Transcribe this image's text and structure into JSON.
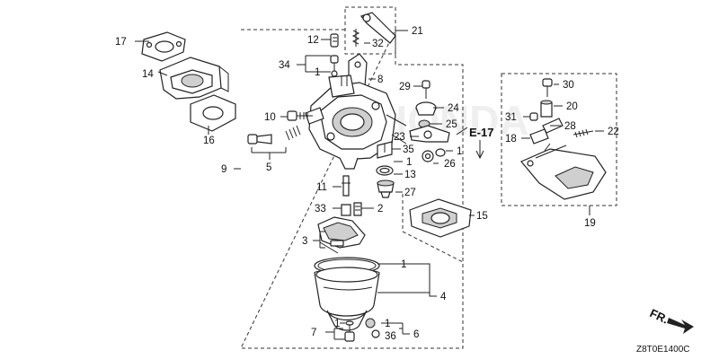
{
  "callouts": {
    "n1a": "1",
    "n1b": "1",
    "n1c": "1",
    "n1d": "1",
    "n1e": "1",
    "n1f": "1",
    "n2": "2",
    "n3": "3",
    "n4": "4",
    "n5": "5",
    "n6": "6",
    "n7": "7",
    "n8": "8",
    "n9": "9",
    "n10": "10",
    "n11": "11",
    "n12": "12",
    "n13": "13",
    "n14": "14",
    "n15": "15",
    "n16": "16",
    "n17": "17",
    "n18": "18",
    "n19": "19",
    "n20": "20",
    "n21": "21",
    "n22": "22",
    "n23": "23",
    "n24": "24",
    "n25": "25",
    "n26": "26",
    "n27": "27",
    "n28": "28",
    "n29": "29",
    "n30": "30",
    "n31": "31",
    "n32": "32",
    "n33": "33",
    "n34": "34",
    "n35": "35",
    "n36": "36"
  },
  "reference": "E-17",
  "front_label": "FR.",
  "diagram_code": "Z8T0E1400C",
  "watermark": "HONDA"
}
